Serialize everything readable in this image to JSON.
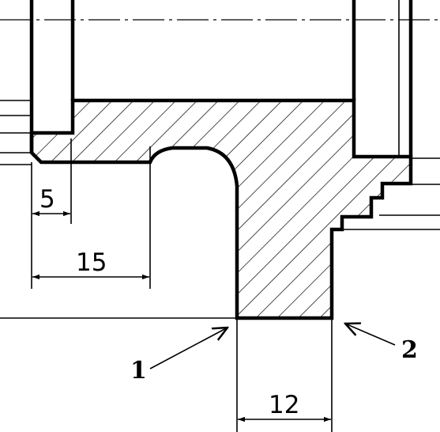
{
  "dimensions": {
    "left_step": "5",
    "groove_offset": "15",
    "groove_width": "12"
  },
  "leaders": {
    "surface_1": "1",
    "surface_2": "2"
  }
}
